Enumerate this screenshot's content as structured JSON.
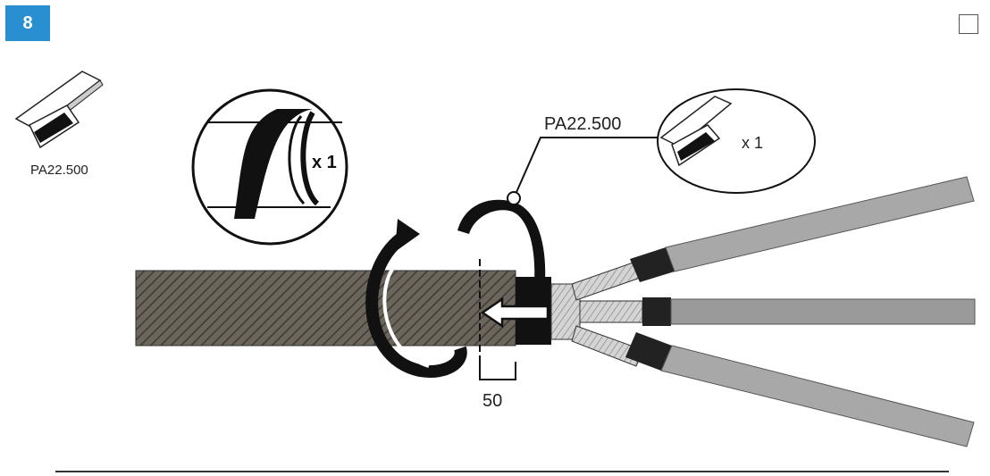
{
  "step": {
    "number": "8"
  },
  "material": {
    "code": "PA22.500"
  },
  "detail_left": {
    "quantity": "x 1"
  },
  "detail_right": {
    "code": "PA22.500",
    "quantity": "x 1"
  },
  "dimension": {
    "value": "50"
  }
}
